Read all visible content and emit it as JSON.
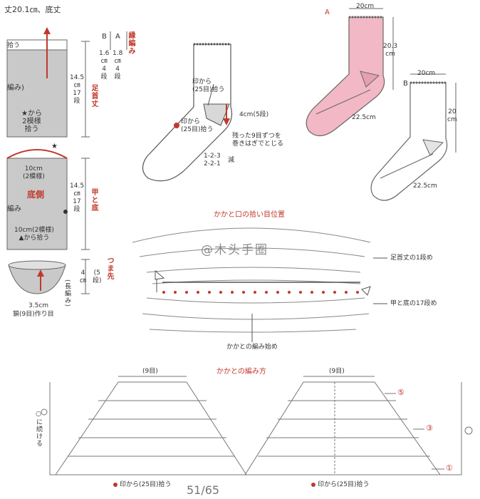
{
  "top_left": {
    "header": "丈20.1㎝、底丈",
    "pickup_label": "拾う",
    "rows_col_b": {
      "letter": "B",
      "value": "1.6\n㎝\n4\n段"
    },
    "rows_col_a": {
      "letter": "A",
      "value": "1.8\n㎝\n4\n段"
    },
    "edge_label": "縁編み",
    "cuff_measure": "14.5\n㎝\n17\n段",
    "cuff_label": "足首丈",
    "from_star_label": "★から\n2模様\n拾う",
    "knit_label_1": "編み)",
    "star_mark": "★",
    "width_10cm_top": "10cm\n(2模様)",
    "sole_label": "底側",
    "knit_label_2": "編み",
    "instep_measure": "14.5\n㎝\n17\n段",
    "instep_label": "甲と底",
    "width_10cm_bottom": "10cm(2模様)\n▲から拾う",
    "toe_measure": "4\n㎝",
    "toe_rows": "(5\n段)",
    "toe_label": "つま先",
    "toe_knit": "(長編み)",
    "toe_width": "3.5cm",
    "toe_chain": "鎖(9目)作り目"
  },
  "sock_diagram": {
    "from_mark_1": "印から\n(25目)拾う",
    "from_mark_2": "印から\n(25目)拾う",
    "heel_measure": "4cm(5段)",
    "remaining_note": "残った9目ずつを\n巻きはぎでとじる",
    "decrease_counts": "1-2-3\n2-2-1",
    "decrease_label": "減"
  },
  "sock_a": {
    "letter": "A",
    "top_width": "20cm",
    "height": "20.3\ncm",
    "foot_length": "22.5cm",
    "color": "#f2b8c6"
  },
  "sock_b": {
    "letter": "B",
    "top_width": "20cm",
    "height": "20\ncm",
    "foot_length": "22.5cm"
  },
  "pickup_chart": {
    "title": "かかと口の拾い目位置",
    "row_label_top": "足首丈の1段め",
    "row_label_bottom": "甲と底の17段め",
    "start_label": "かかとの編み始め"
  },
  "heel_chart": {
    "title": "かかとの編み方",
    "left_count": "(9目)",
    "right_count": "(9目)",
    "side_label": "○に続ける",
    "row_5": "⑤",
    "row_3": "③",
    "row_1": "①",
    "bottom_left": "印から(25目)拾う",
    "bottom_right": "印から(25目)拾う"
  },
  "watermark": "@木头手圈",
  "page_number": "51/65",
  "colors": {
    "accent_red": "#c0392b",
    "sock_pink": "#f2b8c6",
    "chart_grey": "#777777"
  }
}
